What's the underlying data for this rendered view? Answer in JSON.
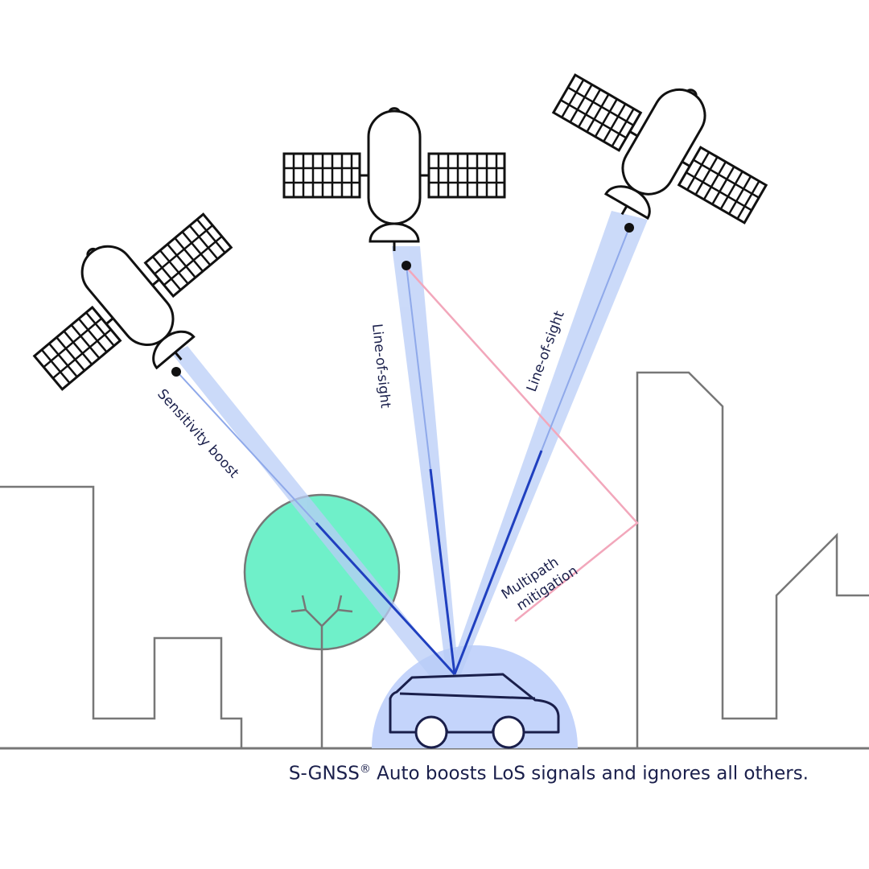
{
  "labels": {
    "sensitivity": "Sensitivity boost",
    "los_1": "Line-of-sight",
    "los_2": "Line-of-sight",
    "multipath_1": "Multipath",
    "multipath_2": "mitigation"
  },
  "caption": {
    "prefix": "S-GNSS",
    "mark": "®",
    "suffix": " Auto boosts LoS signals and ignores all others."
  },
  "colors": {
    "beam": "#b9cdf7",
    "signal": "#1f3fbf",
    "multipath": "#f2a7bb",
    "tree": "#6ff0c9",
    "outline": "#111111",
    "buildings": "#777777"
  }
}
